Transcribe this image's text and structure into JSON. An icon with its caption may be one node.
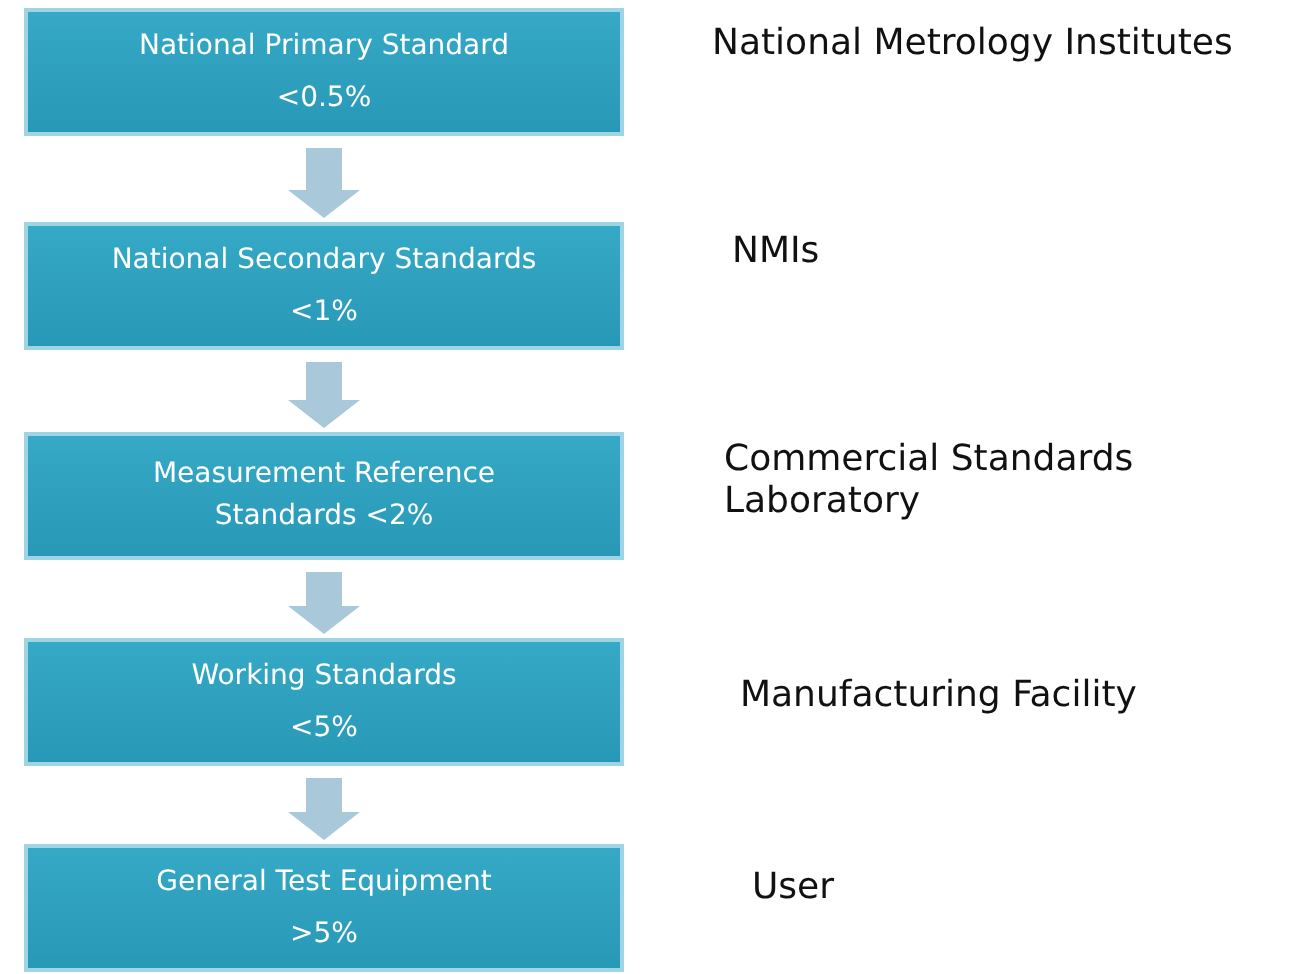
{
  "diagram": {
    "nodes": [
      {
        "text": [
          "National Primary Standard",
          "<0.5%"
        ],
        "beside": [
          "National Metrology Institutes"
        ]
      },
      {
        "text": [
          "National Secondary Standards",
          "<1%"
        ],
        "beside": [
          "NMIs"
        ]
      },
      {
        "text": [
          "Measurement Reference Standards <2%"
        ],
        "beside": [
          "Commercial Standards Laboratory"
        ]
      },
      {
        "text": [
          "Working Standards",
          "<5%"
        ],
        "beside": [
          "Manufacturing Facility"
        ]
      },
      {
        "text": [
          "General Test Equipment",
          ">5%"
        ],
        "beside": [
          "User"
        ]
      }
    ],
    "edges": [
      {
        "from": 0,
        "to": 1,
        "arrow": "to"
      },
      {
        "from": 1,
        "to": 2,
        "arrow": "to"
      },
      {
        "from": 2,
        "to": 3,
        "arrow": "to"
      },
      {
        "from": 3,
        "to": 4,
        "arrow": "to"
      }
    ]
  }
}
